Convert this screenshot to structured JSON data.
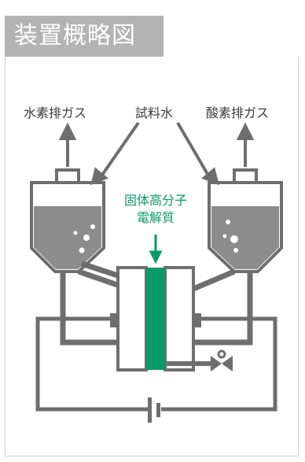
{
  "header": {
    "title": "装置概略図"
  },
  "labels": {
    "hydrogen_out": "水素排ガス",
    "sample_water": "試料水",
    "oxygen_out": "酸素排ガス",
    "electrolyte_line1": "固体高分子",
    "electrolyte_line2": "電解質"
  },
  "colors": {
    "header_bg": "#b3b3b3",
    "equipment": "#6e6e6e",
    "liquid": "#8c8c8c",
    "membrane": "#0a9a6a",
    "text": "#3a3a3a"
  }
}
